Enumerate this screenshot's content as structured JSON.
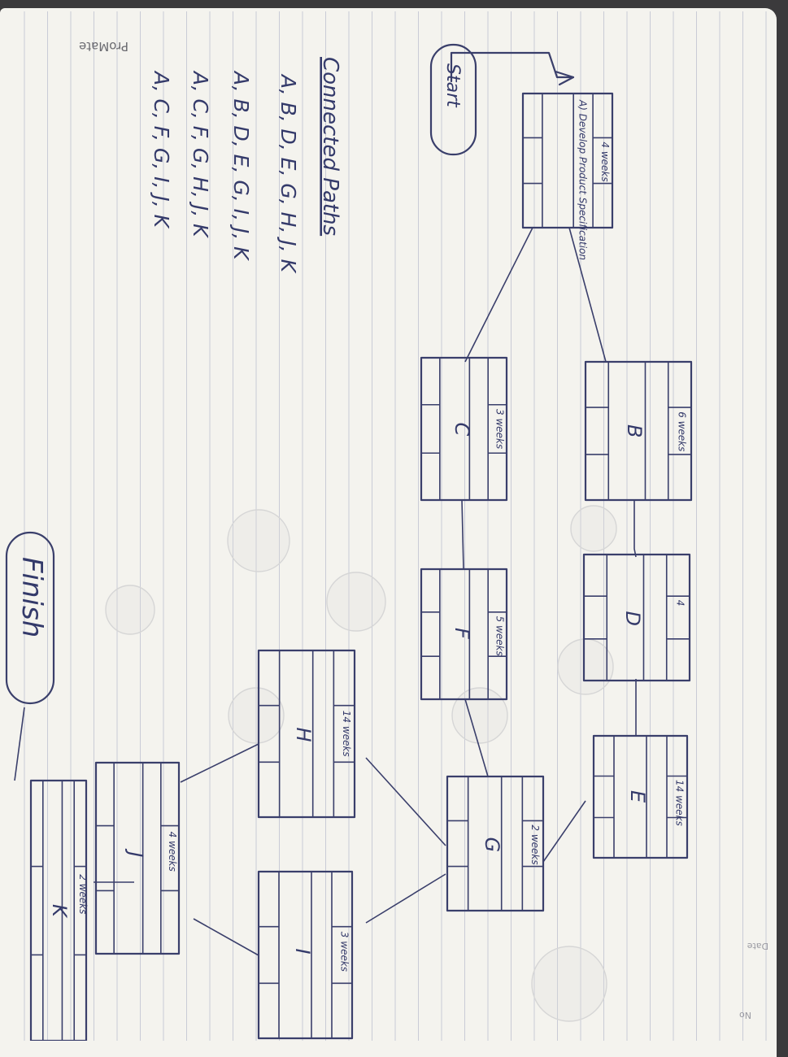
{
  "brand": "ProMate",
  "page_corner_label": "No",
  "date_label": "Date",
  "start_label": "Start",
  "finish_label": "Finish",
  "nodes": [
    {
      "id": "A",
      "name": "A) Develop Product Specification",
      "duration_num": "4",
      "duration_unit": "weeks"
    },
    {
      "id": "B",
      "name": "B",
      "duration_num": "6",
      "duration_unit": "weeks"
    },
    {
      "id": "C",
      "name": "C",
      "duration_num": "3",
      "duration_unit": "weeks"
    },
    {
      "id": "D",
      "name": "D",
      "duration_num": "4",
      "duration_unit": ""
    },
    {
      "id": "E",
      "name": "E",
      "duration_num": "14",
      "duration_unit": "weeks"
    },
    {
      "id": "F",
      "name": "F",
      "duration_num": "5",
      "duration_unit": "weeks"
    },
    {
      "id": "G",
      "name": "G",
      "duration_num": "2",
      "duration_unit": "weeks"
    },
    {
      "id": "H",
      "name": "H",
      "duration_num": "14",
      "duration_unit": "weeks"
    },
    {
      "id": "I",
      "name": "I",
      "duration_num": "3",
      "duration_unit": "weeks"
    },
    {
      "id": "J",
      "name": "J",
      "duration_num": "4",
      "duration_unit": "weeks"
    },
    {
      "id": "K",
      "name": "K",
      "duration_num": "2",
      "duration_unit": "weeks"
    }
  ],
  "paths": {
    "title": "Connected Paths",
    "list": [
      "A, B, D, E, G, H, J, K",
      "A, B, D, E, G, I, J, K",
      "A, C, F, G, H, J, K",
      "A, C, F, G, I, J, K"
    ]
  },
  "colors": {
    "ink": "#3a3f6b",
    "paper": "#f4f3ee",
    "rule": "#c9cbd6",
    "background": "#3b3a3c"
  }
}
